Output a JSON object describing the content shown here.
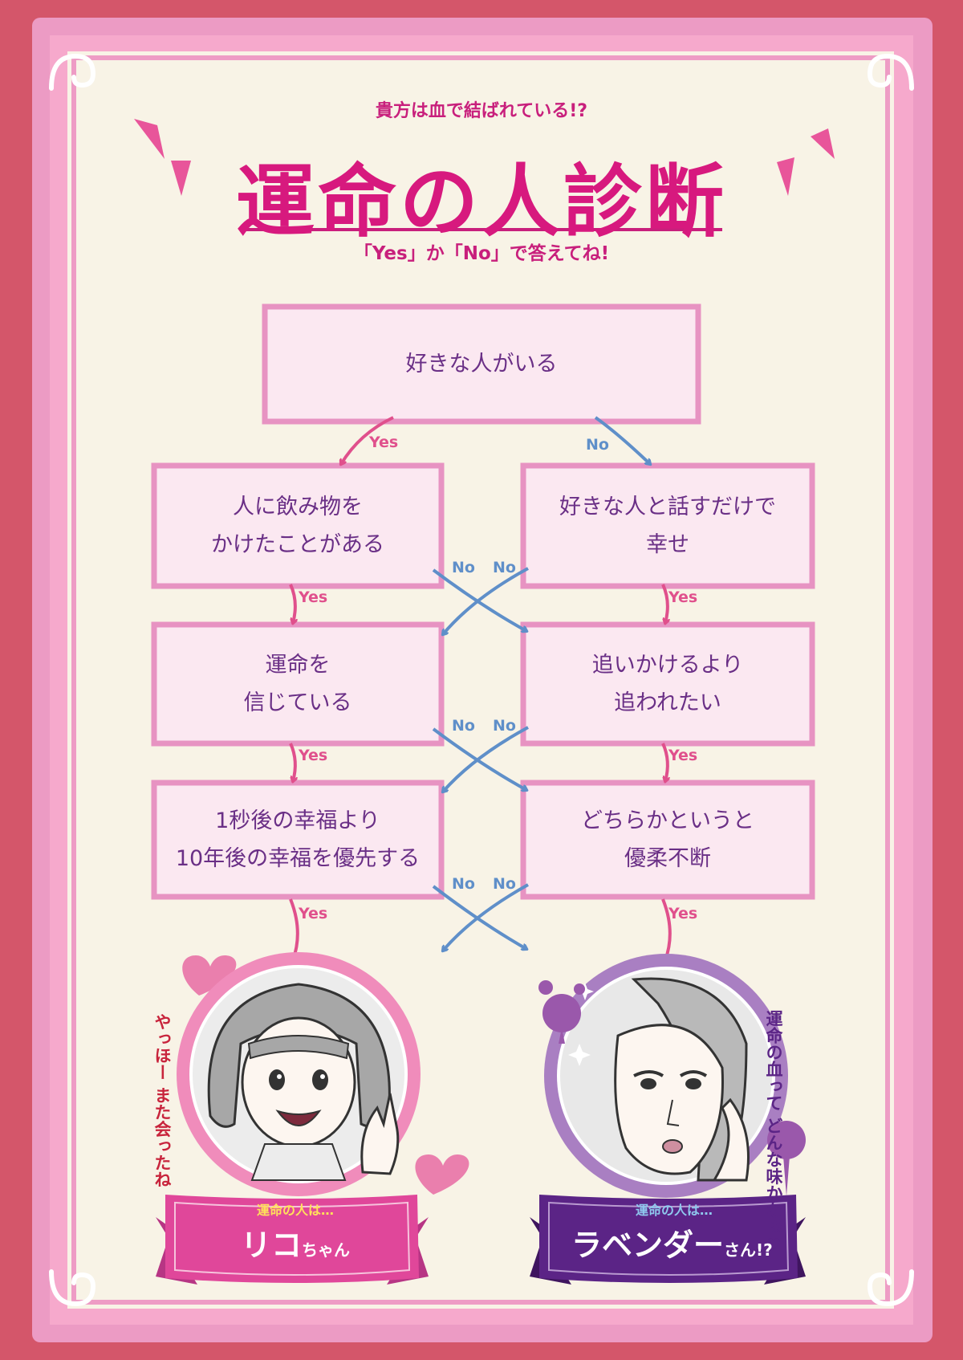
{
  "header": {
    "subtitle": "貴方は血で結ばれている!?",
    "title": "運命の人診断",
    "instruction": "「Yes」か「No」で答えてね!"
  },
  "questions": {
    "q1": "好きな人がいる",
    "left1_a": "人に飲み物を",
    "left1_b": "かけたことがある",
    "left2_a": "運命を",
    "left2_b": "信じている",
    "left3_a": "1秒後の幸福より",
    "left3_b": "10年後の幸福を優先する",
    "right1_a": "好きな人と話すだけで",
    "right1_b": "幸せ",
    "right2_a": "追いかけるより",
    "right2_b": "追われたい",
    "right3_a": "どちらかというと",
    "right3_b": "優柔不断"
  },
  "labels": {
    "yes": "Yes",
    "no": "No"
  },
  "results": {
    "left": {
      "caption": "運命の人は…",
      "name": "リコ",
      "suffix": "ちゃん",
      "speech_line1": "やっほー",
      "speech_line2": "また会ったね"
    },
    "right": {
      "caption": "運命の人は…",
      "name": "ラベンダー",
      "suffix": "さん!?",
      "speech_line1": "運命の血って",
      "speech_line2": "どんな味かなぁ♡"
    }
  },
  "colors": {
    "frame_pink": "#ec9bc4",
    "paper": "#f8f3e6",
    "box_border": "#e793c2",
    "box_fill": "#fbe8f1",
    "title_magenta": "#d7197e",
    "text_purple": "#6a2f86",
    "yes_pink": "#e0508c",
    "no_blue": "#5f8fc9",
    "banner_pink": "#e0479a",
    "banner_purple": "#5b2486"
  }
}
